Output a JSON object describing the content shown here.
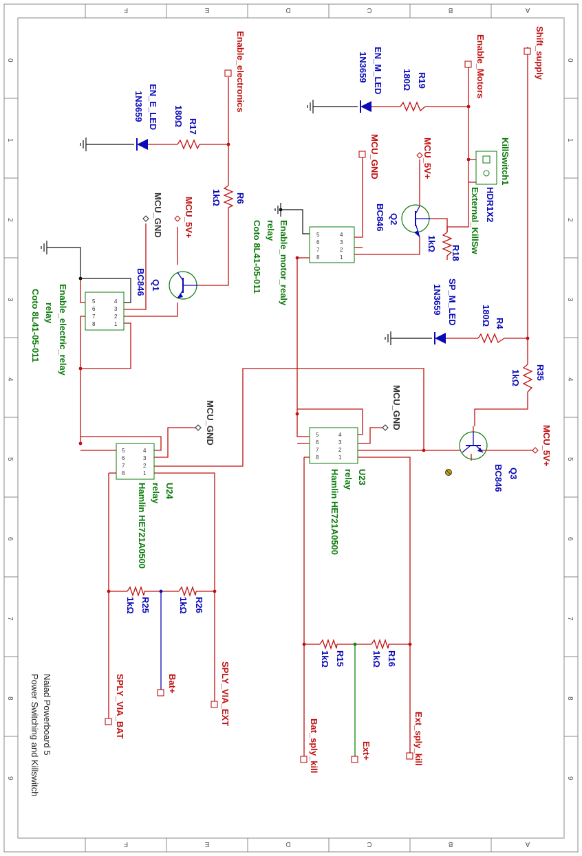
{
  "ruler": {
    "letters": [
      "F",
      "E",
      "D",
      "C",
      "B",
      "A"
    ],
    "numbers": [
      "0",
      "1",
      "2",
      "3",
      "4",
      "5",
      "6",
      "7",
      "8",
      "9"
    ]
  },
  "nets": {
    "enable_electronics": "Enable_electronics",
    "enable_motors": "Enable_Motors",
    "shift_supply": "Shift_supply",
    "mcu_gnd_1": "MCU_GND",
    "mcu_5v_1": "MCU_5V+",
    "mcu_gnd_2": "MCU_GND",
    "mcu_5v_2": "MCU_5V+",
    "mcu_gnd_3": "MCU_GND",
    "mcu_gnd_4": "MCU_GND",
    "mcu_5v_3": "MCU_5V+",
    "sply_via_bat": "SPLY_VIA_BAT",
    "bat_plus": "Bat+",
    "sply_via_ext": "SPLY_VIA_EXT",
    "bat_sply_kill": "Bat_sply_kill",
    "ext_plus": "Ext+",
    "ext_sply_kill": "Ext_sply_kill"
  },
  "components": {
    "en_e_led": {
      "ref": "EN_E_LED",
      "part": "1N3659"
    },
    "r17": {
      "ref": "R17",
      "value": "180Ω"
    },
    "r6": {
      "ref": "R6",
      "value": "1kΩ"
    },
    "q1": {
      "ref": "Q1",
      "part": "BC846"
    },
    "k_electric": {
      "ref": "Enable_electric_relay",
      "type": "relay",
      "part": "Coto  8L41-05-011"
    },
    "en_m_led": {
      "ref": "EN_M_LED",
      "part": "1N3659"
    },
    "r19": {
      "ref": "R19",
      "value": "180Ω"
    },
    "killswitch": {
      "ref": "KillSwitch1",
      "part": "HDR1X2",
      "net": "External_KillSw"
    },
    "q2": {
      "ref": "Q2",
      "part": "BC846"
    },
    "r18": {
      "ref": "R18",
      "value": "1kΩ"
    },
    "k_motor": {
      "ref": "Enable_motor_realy",
      "type": "relay",
      "part": "Coto  8L41-05-011"
    },
    "sp_m_led": {
      "ref": "SP_M_LED",
      "part": "1N3659"
    },
    "r4": {
      "ref": "R4",
      "value": "180Ω"
    },
    "r35": {
      "ref": "R35",
      "value": "1kΩ"
    },
    "q3": {
      "ref": "Q3",
      "part": "BC846"
    },
    "u23": {
      "ref": "U23",
      "type": "relay",
      "part": "Hamlin  HE721A0500"
    },
    "u24": {
      "ref": "U24",
      "type": "relay",
      "part": "Hamlin  HE721A0500"
    },
    "r25": {
      "ref": "R25",
      "value": "1kΩ"
    },
    "r26": {
      "ref": "R26",
      "value": "1kΩ"
    },
    "r15": {
      "ref": "R15",
      "value": "1kΩ"
    },
    "r16": {
      "ref": "R16",
      "value": "1kΩ"
    }
  },
  "relay_pins": {
    "left": [
      "5",
      "6",
      "7",
      "8"
    ],
    "right": [
      "4",
      "3",
      "2",
      "1"
    ]
  },
  "title_block": {
    "line1": "Naiad Powerboard 5",
    "line2": "Power Switching and Killswitch"
  },
  "colors": {
    "wire": "#c01010",
    "component": "#0a7a0a",
    "diode": "#0a0ab8",
    "ground": "#111111"
  }
}
